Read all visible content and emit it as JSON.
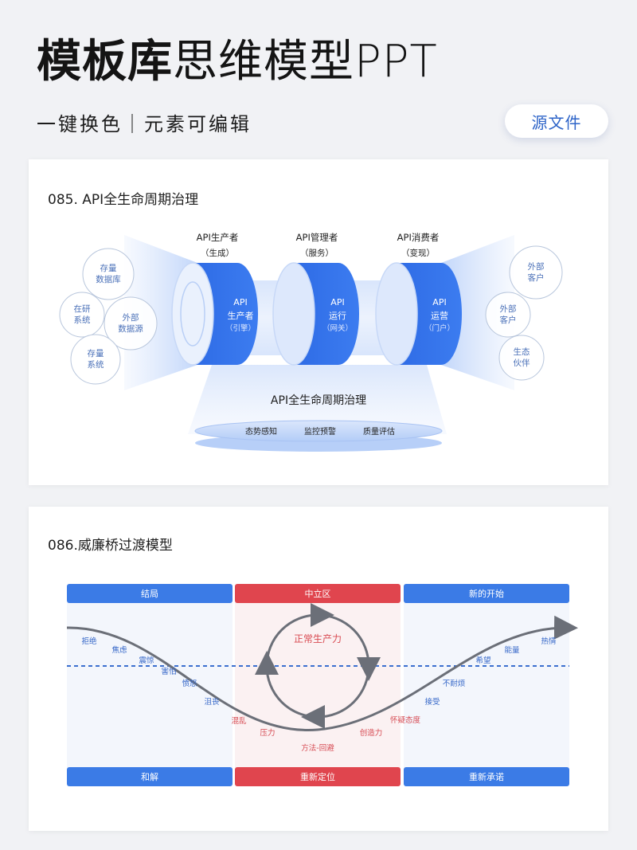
{
  "header": {
    "title_bold": "模板库",
    "title_light": "思维模型PPT",
    "subtitle": "一键换色｜元素可编辑",
    "source_button": "源文件"
  },
  "card1": {
    "title": "085. API全生命周期治理",
    "roles": [
      {
        "name": "API生产者",
        "sub": "（生成）",
        "cyl_title": "API",
        "cyl_main": "生产者",
        "cyl_sub": "（引擎）"
      },
      {
        "name": "API管理者",
        "sub": "（服务）",
        "cyl_title": "API",
        "cyl_main": "运行",
        "cyl_sub": "（网关）"
      },
      {
        "name": "API消费者",
        "sub": "（变现）",
        "cyl_title": "API",
        "cyl_main": "运营",
        "cyl_sub": "（门户）"
      }
    ],
    "left_circles": [
      {
        "line1": "存量",
        "line2": "数据库"
      },
      {
        "line1": "在研",
        "line2": "系统"
      },
      {
        "line1": "外部",
        "line2": "数据源"
      },
      {
        "line1": "存量",
        "line2": "系统"
      }
    ],
    "right_circles": [
      {
        "line1": "外部",
        "line2": "客户"
      },
      {
        "line1": "外部",
        "line2": "客户"
      },
      {
        "line1": "生态",
        "line2": "伙伴"
      }
    ],
    "base_title": "API全生命周期治理",
    "base_items": [
      "态势感知",
      "监控预警",
      "质量评估"
    ],
    "colors": {
      "cylinder": "#2f6ee8",
      "light": "#dfe9fb"
    }
  },
  "card2": {
    "title": "086.威廉桥过渡模型",
    "top_headers": [
      "结局",
      "中立区",
      "新的开始"
    ],
    "bottom_headers": [
      "和解",
      "重新定位",
      "重新承诺"
    ],
    "cycle_label": "正常生产力",
    "left_words": [
      "拒绝",
      "焦虑",
      "震惊",
      "害怕",
      "愤怒",
      "沮丧"
    ],
    "middle_words": [
      "混乱",
      "压力",
      "方法-回避",
      "创造力",
      "怀疑态度"
    ],
    "right_words": [
      "接受",
      "不耐烦",
      "希望",
      "能量",
      "热情"
    ],
    "colors": {
      "blue": "#3b7be6",
      "red": "#e0454e",
      "curve": "#6b6f78"
    }
  }
}
